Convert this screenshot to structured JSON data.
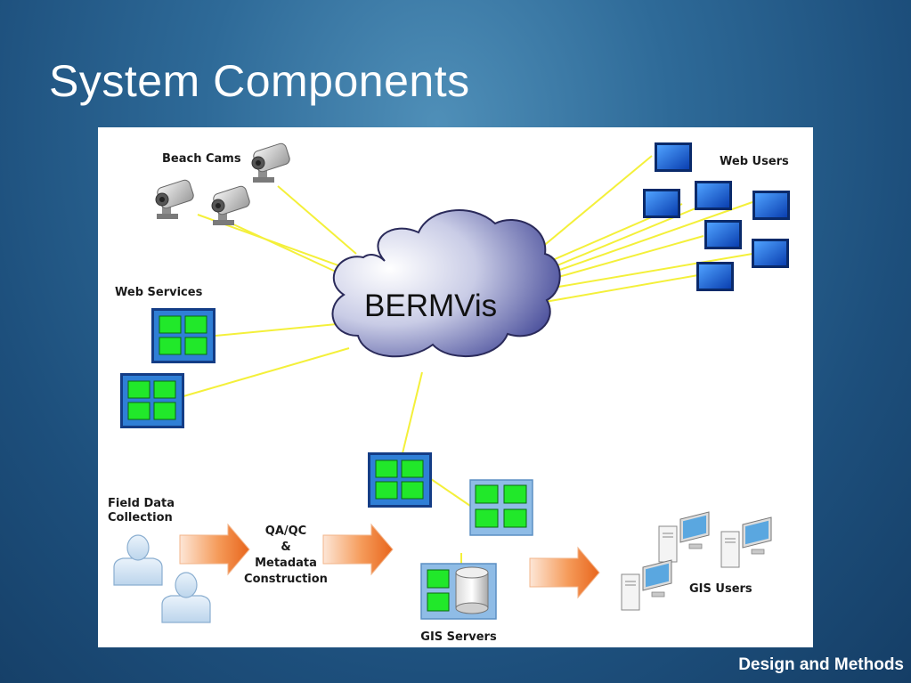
{
  "slide": {
    "title": "System Components",
    "footer": "Design and Methods"
  },
  "diagram": {
    "hub": "BERMVis",
    "labels": {
      "beach_cams": "Beach Cams",
      "web_users": "Web Users",
      "web_services": "Web Services",
      "field_data_line1": "Field Data",
      "field_data_line2": "Collection",
      "qaqc_line1": "QA/QC",
      "qaqc_line2": "&",
      "qaqc_line3": "Metadata",
      "qaqc_line4": "Construction",
      "gis_servers": "GIS Servers",
      "gis_users": "GIS Users"
    },
    "colors": {
      "connector": "#f4f03a",
      "arrow": "#f0883a",
      "cloud": "#b9bfe0",
      "monitor": "#1a5ecf",
      "service_tile": "#21e82a"
    },
    "icons": [
      "camera-icon",
      "monitor-icon",
      "web-service-icon",
      "person-icon",
      "arrow-icon",
      "database-icon",
      "workstation-icon"
    ]
  }
}
